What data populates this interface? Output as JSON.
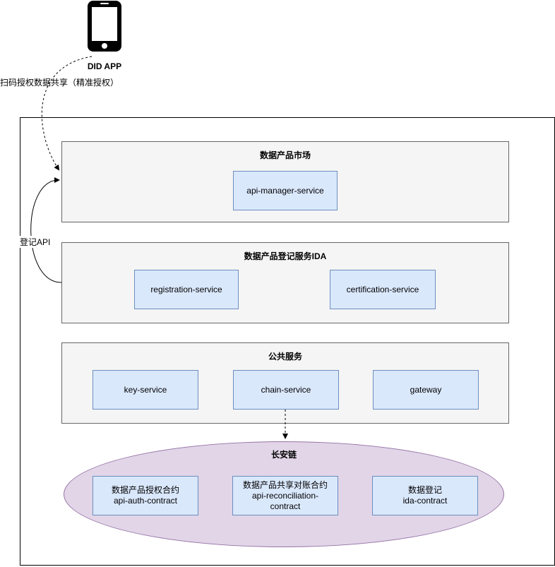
{
  "app": {
    "label": "DID APP",
    "caption": "扫码授权数据共享（精准授权）"
  },
  "edge_labels": {
    "register_api": "登记API"
  },
  "groups": {
    "market": {
      "title": "数据产品市场",
      "services": [
        "api-manager-service"
      ]
    },
    "registration": {
      "title": "数据产品登记服务IDA",
      "services": [
        "registration-service",
        "certification-service"
      ]
    },
    "common": {
      "title": "公共服务",
      "services": [
        "key-service",
        "chain-service",
        "gateway"
      ]
    },
    "chain": {
      "title": "长安链",
      "contracts": [
        {
          "line1": "数据产品授权合约",
          "line2": "api-auth-contract",
          "line3": ""
        },
        {
          "line1": "数据产品共享对账合约",
          "line2": "api-reconciliation-",
          "line3": "contract"
        },
        {
          "line1": "数据登记",
          "line2": "ida-contract",
          "line3": ""
        }
      ]
    }
  },
  "colors": {
    "service_fill": "#dae8fc",
    "service_border": "#6c8ebf",
    "group_fill": "#f5f5f5",
    "group_border": "#666666",
    "chain_fill": "#e1d5e7",
    "chain_border": "#9673a6"
  },
  "icons": {
    "phone": "smartphone-icon"
  }
}
